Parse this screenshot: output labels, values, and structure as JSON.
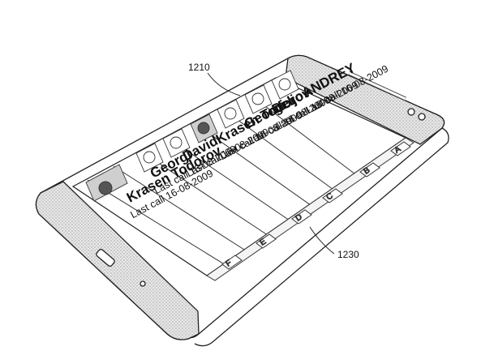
{
  "reference_labels": {
    "list": "1210",
    "index_bar": "1230"
  },
  "contacts": [
    {
      "name": "ANDREY",
      "detail": "Last call 16-08-2009"
    },
    {
      "name": "Deljo",
      "detail": "Last call 16-08-2009"
    },
    {
      "name": "Georgi",
      "detail": "Last call 16-08-2009"
    },
    {
      "name": "Krasen Todorov",
      "detail": "Last call 16-08-2009"
    },
    {
      "name": "David",
      "detail": "Last call 16-08-2009"
    },
    {
      "name": "Georgi",
      "detail": "Last call 16-08-2009"
    },
    {
      "name": "Krasen Todorov",
      "detail": "Last call 16-08-2009"
    }
  ],
  "index_letters": [
    "A",
    "B",
    "C",
    "D",
    "E",
    "F"
  ]
}
